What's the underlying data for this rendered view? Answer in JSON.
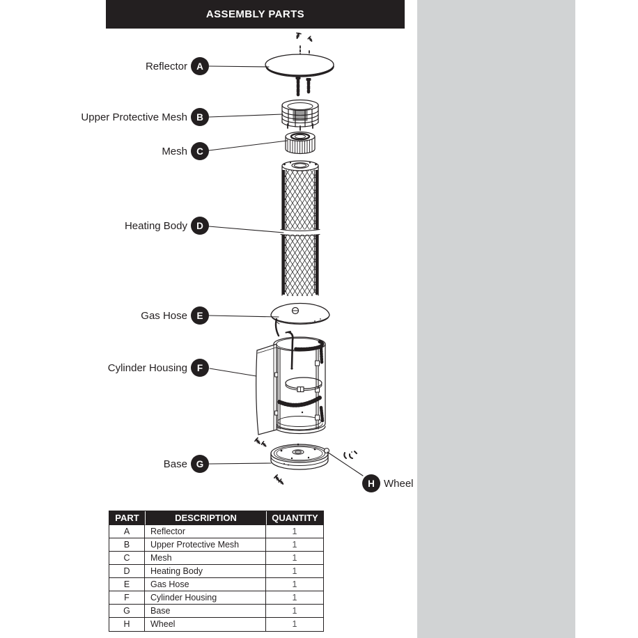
{
  "header": {
    "title": "ASSEMBLY PARTS"
  },
  "colors": {
    "ink": "#231f20",
    "panel_gray": "#d1d3d4",
    "quantity_text": "#4d4d4f"
  },
  "labels": [
    {
      "key": "A",
      "name": "Reflector"
    },
    {
      "key": "B",
      "name": "Upper Protective Mesh"
    },
    {
      "key": "C",
      "name": "Mesh"
    },
    {
      "key": "D",
      "name": "Heating Body"
    },
    {
      "key": "E",
      "name": "Gas Hose"
    },
    {
      "key": "F",
      "name": "Cylinder Housing"
    },
    {
      "key": "G",
      "name": "Base"
    },
    {
      "key": "H",
      "name": "Wheel"
    }
  ],
  "table": {
    "headers": [
      "PART",
      "DESCRIPTION",
      "QUANTITY"
    ],
    "rows": [
      {
        "part": "A",
        "description": "Reflector",
        "quantity": "1"
      },
      {
        "part": "B",
        "description": "Upper Protective Mesh",
        "quantity": "1"
      },
      {
        "part": "C",
        "description": "Mesh",
        "quantity": "1"
      },
      {
        "part": "D",
        "description": "Heating Body",
        "quantity": "1"
      },
      {
        "part": "E",
        "description": "Gas Hose",
        "quantity": "1"
      },
      {
        "part": "F",
        "description": "Cylinder Housing",
        "quantity": "1"
      },
      {
        "part": "G",
        "description": "Base",
        "quantity": "1"
      },
      {
        "part": "H",
        "description": "Wheel",
        "quantity": "1"
      }
    ]
  }
}
